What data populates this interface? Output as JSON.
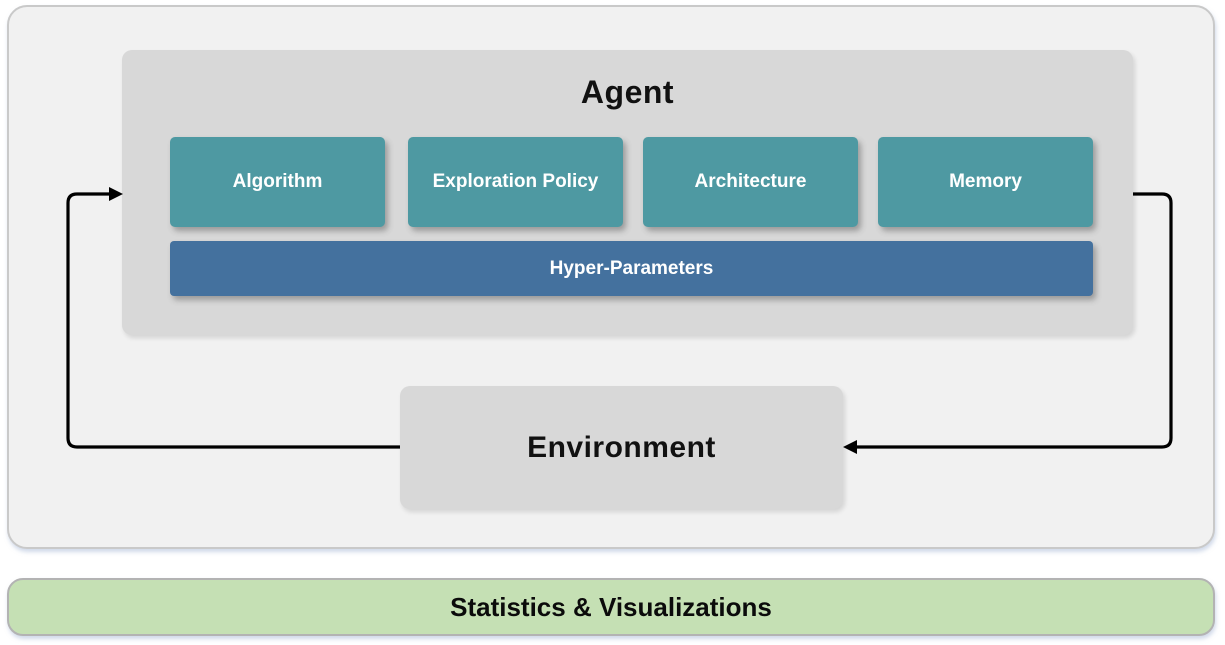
{
  "diagram": {
    "agent": {
      "title": "Agent",
      "components": [
        {
          "label": "Algorithm"
        },
        {
          "label": "Exploration Policy"
        },
        {
          "label": "Architecture"
        },
        {
          "label": "Memory"
        }
      ],
      "hyper_parameters_label": "Hyper-Parameters"
    },
    "environment": {
      "title": "Environment"
    },
    "footer": {
      "label": "Statistics & Visualizations"
    },
    "colors": {
      "component_teal": "#4E99A2",
      "hyper_parameters_blue": "#44719E",
      "container_gray": "#D8D8D8",
      "panel_gray": "#F1F1F1",
      "footer_green": "#C5E0B4",
      "arrow_black": "#000000"
    }
  }
}
